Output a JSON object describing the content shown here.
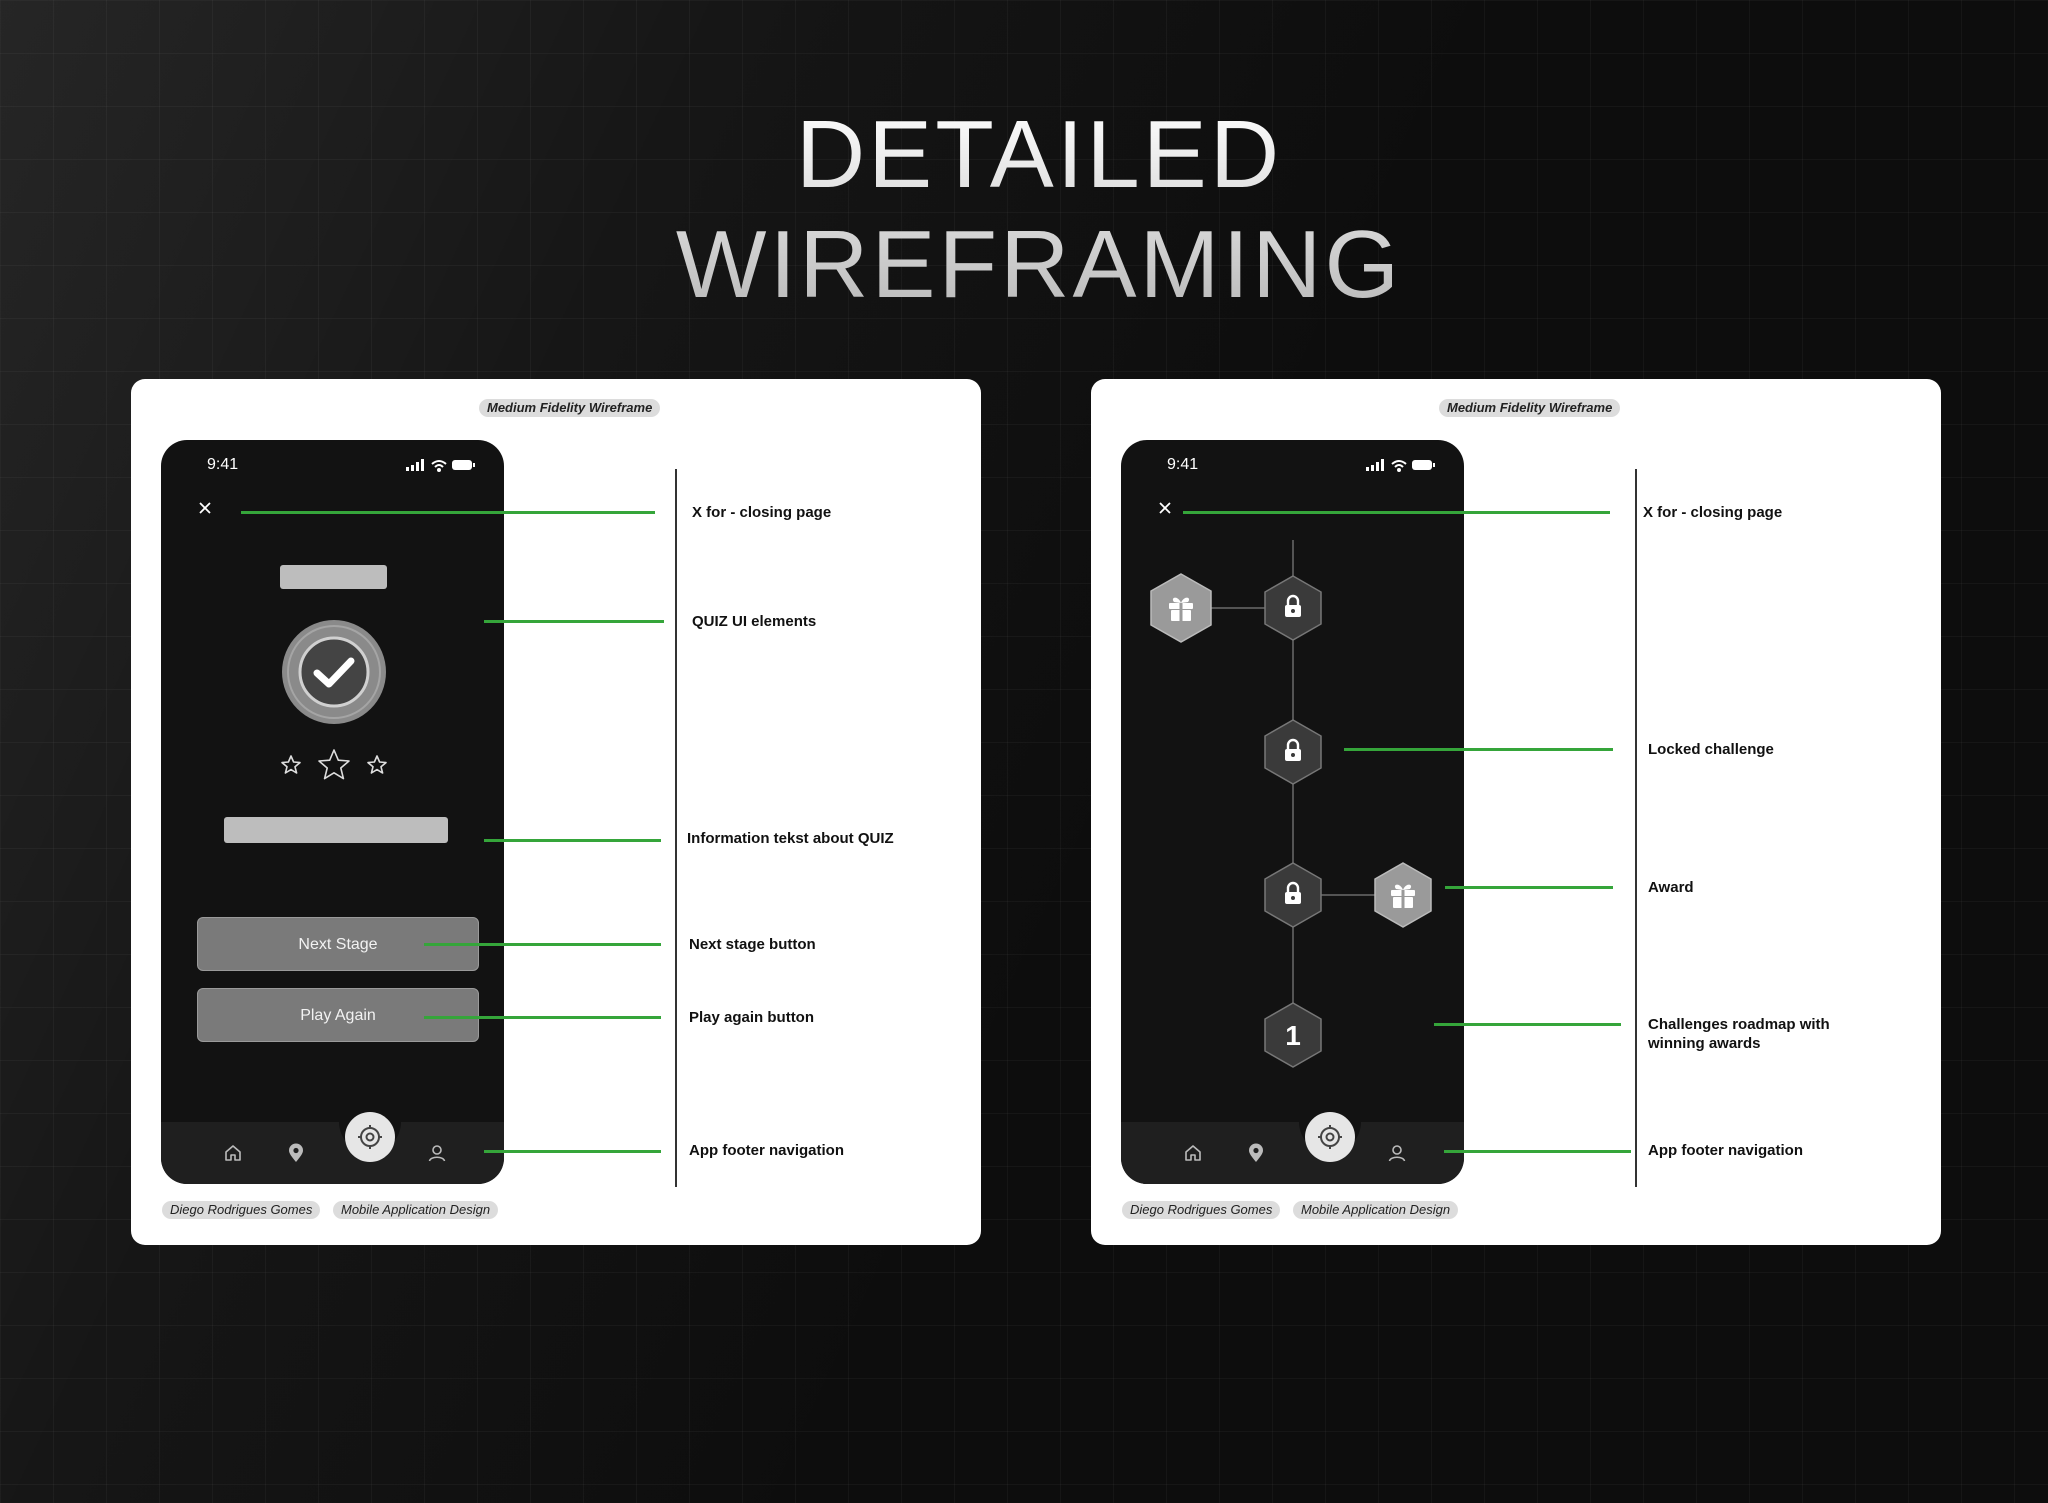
{
  "title": {
    "line1": "DETAILED",
    "line2": "WIREFRAMING"
  },
  "colors": {
    "annotation_line": "#35a53a",
    "card": "#ffffff",
    "phone": "#121212"
  },
  "cards": [
    {
      "badge": "Medium Fidelity Wireframe",
      "phone": {
        "time": "9:41",
        "buttons": {
          "next": "Next Stage",
          "play": "Play Again"
        },
        "stars": 3
      },
      "annotations": [
        "X for - closing page",
        "QUIZ UI elements",
        "Information tekst about QUIZ",
        "Next stage button",
        "Play again button",
        "App footer navigation"
      ],
      "author": "Diego Rodrigues Gomes",
      "project": "Mobile Application Design"
    },
    {
      "badge": "Medium Fidelity Wireframe",
      "phone": {
        "time": "9:41",
        "start_number": "1"
      },
      "annotations": [
        "X for - closing page",
        "Locked challenge",
        "Award",
        "Challenges roadmap with",
        "winning awards",
        "App footer navigation"
      ],
      "author": "Diego Rodrigues Gomes",
      "project": "Mobile Application Design"
    }
  ],
  "icons": [
    "close-icon",
    "gift-icon",
    "lock-icon",
    "check-icon",
    "star-icon",
    "home-icon",
    "location-icon",
    "target-icon",
    "user-icon",
    "signal-icon",
    "wifi-icon",
    "battery-icon"
  ]
}
